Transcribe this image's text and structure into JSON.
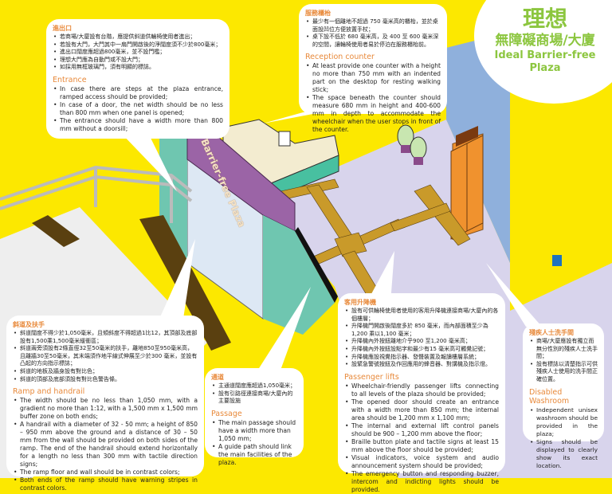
{
  "title": {
    "zh_line1": "理想",
    "zh_line2": "無障礙商場/大廈",
    "en": "Ideal Barrier-free Plaza"
  },
  "scene": {
    "sign_text": "Barrier-free Plaza",
    "colors": {
      "background": "#fce800",
      "floor": "#d8d4ec",
      "tactile": "#c99a2a",
      "facade": "#9b64a6",
      "lift_door": "#f0922e",
      "accent_text": "#e8893a",
      "title_green": "#8cc63f"
    }
  },
  "entrance": {
    "zh_heading": "進出口",
    "zh_items": [
      "若商場/大廈設有台階，應提供斜道供輪椅使用者進出；",
      "若設有大門，大門其中一扇門開啟後的淨闊度須不少於800毫米；",
      "進出口闊度應超過800毫米，並不設門檻；",
      "理想大門應為自動門或不設大門；",
      "如採用無框玻璃門，須有明顯的標誌。"
    ],
    "en_heading": "Entrance",
    "en_items": [
      "In case there are steps at the plaza entrance, ramped access should be provided;",
      "In case of a door, the net width should be no less than 800 mm when one panel is opened;",
      "The entrance should have a width more than 800 mm without a doorsill;"
    ]
  },
  "reception": {
    "zh_heading": "服務櫃枱",
    "zh_items": [
      "最少有一個離地不超過 750 毫米高的櫃枱，並於桌面設凹位方便放置手杖；",
      "桌下設不低於 680 毫米高，及 400 至 600 毫米深的空間，讓輪椅使用者易於停泊在服務櫃枱前。"
    ],
    "en_heading": "Reception counter",
    "en_items": [
      "At least provide one counter with a height no more than 750 mm with an indented part on the desktop for resting walking stick;",
      "The space beneath the counter should measure 680 mm in height and 400-600 mm in depth to accommodate the wheelchair when the user stops in front of the counter."
    ]
  },
  "ramp": {
    "zh_heading": "斜道及扶手",
    "zh_items": [
      "斜道闊度不得少於1,050毫米，且傾斜度不得超過1比12，其頂部及底部設有1,500乘1,500毫米緩衝區；",
      "斜道兩旁須設有2條直徑32至50毫米的扶手，離地850至950毫米高，且離牆30至50毫米，其末端須作地平線式伸展至少於300 毫米，並設有凸起的方向指示標誌；",
      "斜道的地板及牆身設有對比色；",
      "斜道的頂部及底部須設有對比色警告條。"
    ],
    "en_heading": "Ramp and handrail",
    "en_items": [
      "The width should be no less than 1,050 mm, with a gradient no more than 1:12, with a 1,500 mm x 1,500 mm buffer zone on both ends;",
      "A handrail with a diameter of 32 - 50 mm; a height of 850 – 950 mm above the ground and a distance of 30 – 50 mm from the wall should be provided on both sides of the ramp. The end of the handrail should extend horizontally for a length no less than 300 mm with tactile direction signs;",
      "The ramp floor and wall should be in contrast colors;",
      "Both ends of the ramp should have warning stripes in contrast colors."
    ]
  },
  "passage": {
    "zh_heading": "通道",
    "zh_items": [
      "主通道闊度應超過1,050毫米；",
      "設有引路徑連接商場/大廈內的主要設施"
    ],
    "en_heading": "Passage",
    "en_items": [
      "The main passage should have a width more than 1,050 mm;",
      "A guide path should link the main facilities of the plaza."
    ]
  },
  "lifts": {
    "zh_heading": "客用升降機",
    "zh_items": [
      "設有可供輪椅使用者使用的客用升降機連接商場/大廈內的各個樓層；",
      "升降機門開啟後闊度多於 850 毫米，而內部面積至少為1,200 乘以1,100 毫米；",
      "升降機內外按鈕離地介乎900 至1,200 毫米高；",
      "升降機內外按鈕設點字和最少有15 毫米高可觸覺記號；",
      "升降機應設視覺指示器、發聲裝置及報讀樓層系統；",
      "設緊急警號按鈕及作回應用的蜂音器、對講機及指示燈。"
    ],
    "en_heading": "Passenger lifts",
    "en_items": [
      "Wheelchair-friendly passenger lifts connecting to all levels of the plaza should be provided;",
      "The opened door should create an entrance with a width more than 850 mm; the internal area should be 1,200 mm x 1,100 mm;",
      "The internal and external lift control panels should be 900 – 1,200 mm above the floor;",
      "Braille button plate and tactile signs at least 15 mm above the floor should be provided;",
      "Visual indicators, voice system and audio announcement system should be provided;",
      "The emergency button and responding buzzer, intercom and indicting lights should be provided."
    ]
  },
  "washroom": {
    "zh_heading": "殘疾人士洗手間",
    "zh_items": [
      "商場/大廈應設有獨立而無分性別的殘疾人士洗手間；",
      "設有標誌以清楚指示可供殘疾人士使用的洗手間正確位置。"
    ],
    "en_heading": "Disabled Washroom",
    "en_items": [
      "Independent unisex washroom should be provided in the plaza;",
      "Signs should be displayed to clearly show its exact location."
    ]
  }
}
